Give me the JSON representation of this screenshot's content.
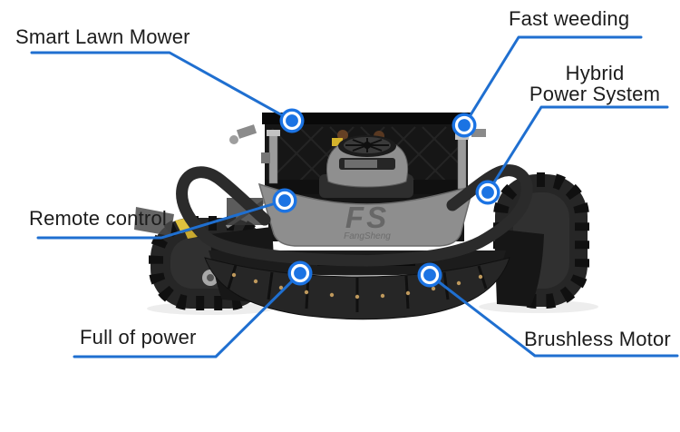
{
  "page": {
    "background_color": "#ffffff"
  },
  "accent": {
    "line_color": "#1f6fd0",
    "dot_color": "#1b73e3",
    "ring_color": "#ffffff",
    "text_color": "#1c1c1c"
  },
  "product": {
    "shield_logo": "FS",
    "shield_logo_subtext": "FangSheng"
  },
  "callouts": {
    "smart_lawn_mower": {
      "label": "Smart Lawn Mower"
    },
    "fast_weeding": {
      "label": "Fast weeding"
    },
    "hybrid_power_system": {
      "line1": "Hybrid",
      "line2": "Power System"
    },
    "remote_control": {
      "label": "Remote control"
    },
    "full_of_power": {
      "label": "Full of power"
    },
    "brushless_motor": {
      "label": "Brushless Motor"
    }
  }
}
